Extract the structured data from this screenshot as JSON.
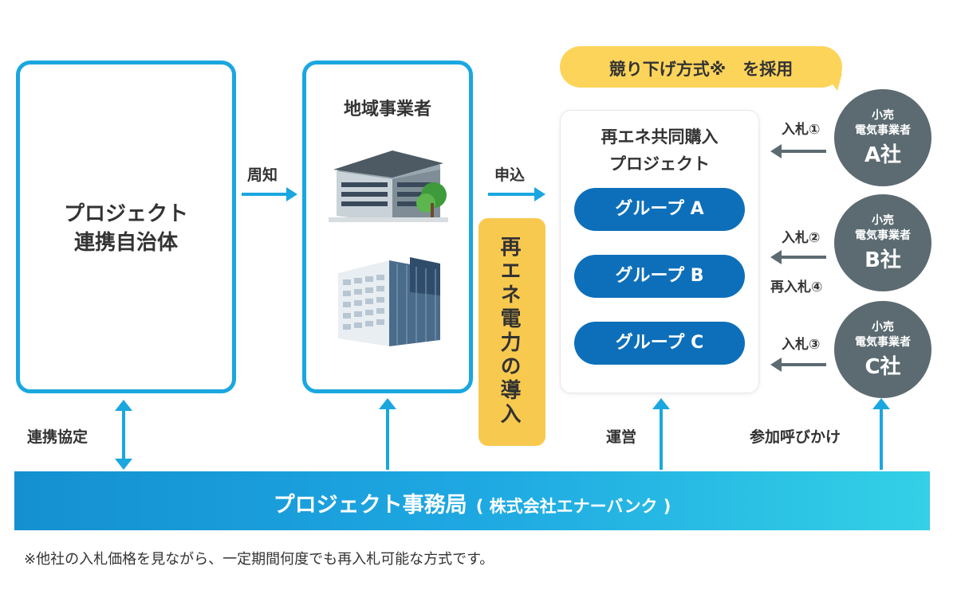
{
  "boxes": {
    "municipality": "プロジェクト\n連携自治体",
    "local_business": "地域事業者",
    "project": "再エネ共同購入\nプロジェクト"
  },
  "arrows": {
    "notify": "周知",
    "apply": "申込",
    "cooperation": "連携協定",
    "operation": "運営",
    "call_participation": "参加呼びかけ"
  },
  "vertical_label": "再エネ電力の導入",
  "auction_bubble": "競り下げ方式※　を採用",
  "groups": [
    "グループ A",
    "グループ B",
    "グループ C"
  ],
  "retailers": [
    {
      "line1": "小売",
      "line2": "電気事業者",
      "name": "A社",
      "bid": "入札①"
    },
    {
      "line1": "小売",
      "line2": "電気事業者",
      "name": "B社",
      "bid": "入札②",
      "rebid": "再入札④"
    },
    {
      "line1": "小売",
      "line2": "電気事業者",
      "name": "C社",
      "bid": "入札③"
    }
  ],
  "secretariat": {
    "main": "プロジェクト事務局",
    "sub": "( 株式会社エナーバンク )"
  },
  "footnote": "※他社の入札価格を見ながら、一定期間何度でも再入札可能な方式です。",
  "colors": {
    "box_border": "#1aa7e0",
    "group_pill": "#0d6fba",
    "circle": "#5c6b71",
    "bubble": "#fdd45a",
    "vertical_label_bg": "#f8c94f"
  }
}
